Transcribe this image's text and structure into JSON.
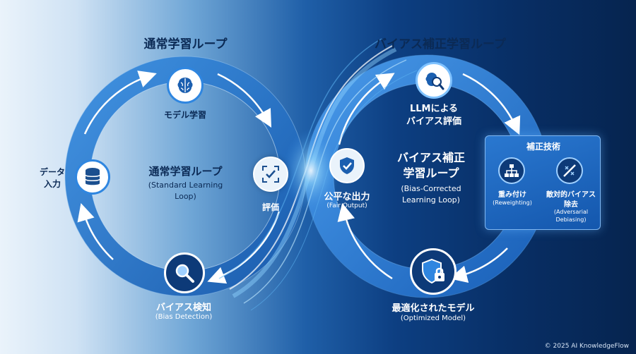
{
  "left_loop": {
    "heading": "通常学習ループ",
    "center_title": "通常学習ループ",
    "center_subtitle_1": "(Standard Learning",
    "center_subtitle_2": "Loop)",
    "steps": {
      "model_training": "モデル学習",
      "evaluation": "評価",
      "bias_detection": "バイアス検知",
      "bias_detection_en": "(Bias Detection)",
      "data_input_1": "データ",
      "data_input_2": "入力"
    }
  },
  "right_loop": {
    "heading": "バイアス補正学習ループ",
    "center_title_1": "バイアス補正",
    "center_title_2": "学習ループ",
    "center_subtitle_1": "(Bias-Corrected",
    "center_subtitle_2": "Learning Loop)",
    "steps": {
      "llm_eval_1": "LLMによる",
      "llm_eval_2": "バイアス評価",
      "fair_output": "公平な出力",
      "fair_output_en": "(Fair Output)",
      "optimized_model": "最適化されたモデル",
      "optimized_model_en": "(Optimized Model)"
    },
    "correction_panel": {
      "title": "補正技術",
      "reweighting": "重み付け",
      "reweighting_en": "(Reweighting)",
      "adversarial_1": "敵対的バイアス",
      "adversarial_2": "除去",
      "adversarial_en_1": "(Adversarial",
      "adversarial_en_2": "Debiasing)"
    }
  },
  "footer": {
    "copyright": "© 2025 AI KnowledgeFlow"
  },
  "colors": {
    "accent": "#2f86e0",
    "node_dark": "#0d3a78",
    "text_dark": "#0b2a55",
    "glow": "#8fd3ff"
  }
}
